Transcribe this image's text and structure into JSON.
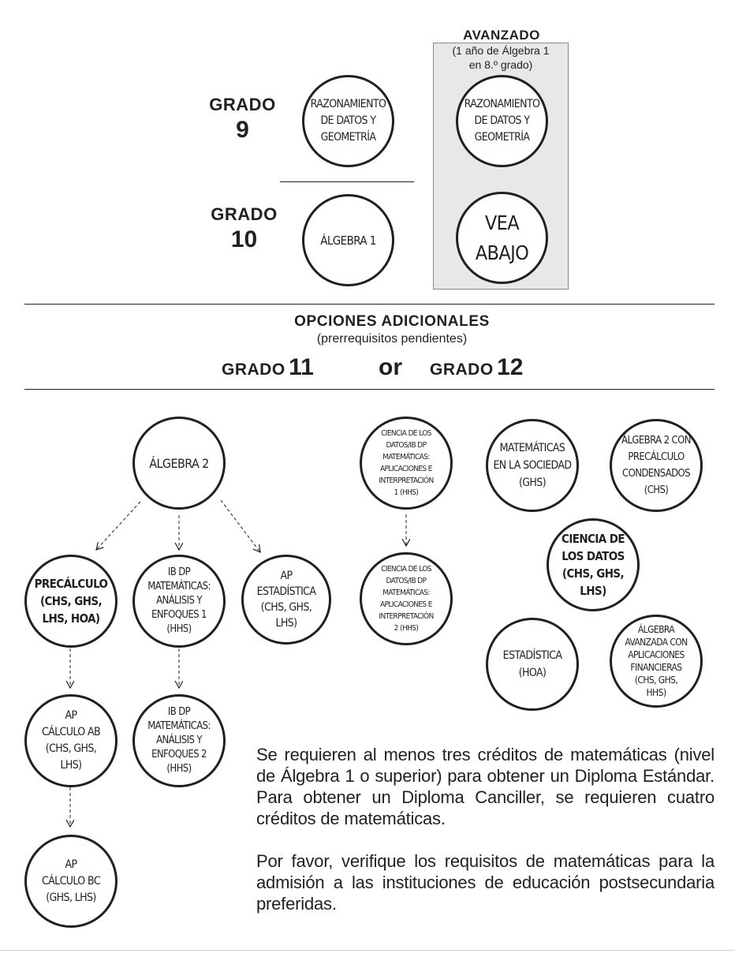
{
  "header": {
    "grade9": {
      "word": "GRADO",
      "num": "9"
    },
    "grade10": {
      "word": "GRADO",
      "num": "10"
    },
    "advanced": {
      "title": "AVANZADO",
      "subtitle": "(1 año de Álgebra 1\nen 8.º grado)"
    }
  },
  "courses": {
    "g9_main": "RAZONAMIENTO\nDE DATOS Y\nGEOMETRÍA",
    "g9_adv": "RAZONAMIENTO\nDE DATOS Y\nGEOMETRÍA",
    "g10_main": "ÁLGEBRA 1",
    "g10_adv": "VEA\nABAJO"
  },
  "additional": {
    "title": "OPCIONES ADICIONALES",
    "subtitle": "(prerrequisitos pendientes)",
    "grade11_word": "GRADO",
    "grade11_num": "11",
    "or": "or",
    "grade12_word": "GRADO",
    "grade12_num": "12"
  },
  "options": {
    "algebra2": "ÁLGEBRA 2",
    "precalculo": "PRECÁLCULO\n(CHS, GHS,\nLHS, HOA)",
    "ib_ae1": "IB DP\nMATEMÁTICAS:\nANÁLISIS Y\nENFOQUES 1\n(HHS)",
    "ap_estadistica": "AP\nESTADÍSTICA\n(CHS, GHS,\nLHS)",
    "ap_calc_ab": "AP\nCÁLCULO AB\n(CHS, GHS,\nLHS)",
    "ib_ae2": "IB DP\nMATEMÁTICAS:\nANÁLISIS Y\nENFOQUES 2\n(HHS)",
    "ap_calc_bc": "AP\nCÁLCULO BC\n(GHS, LHS)",
    "ib_ai1": "CIENCIA DE LOS\nDATOS/IB DP\nMATEMÁTICAS:\nAPLICACIONES E\nINTERPRETACIÓN\n1 (HHS)",
    "ib_ai2": "CIENCIA DE LOS\nDATOS/IB DP\nMATEMÁTICAS:\nAPLICACIONES E\nINTERPRETACIÓN\n2 (HHS)",
    "mat_sociedad": "MATEMÁTICAS\nEN LA SOCIEDAD\n(GHS)",
    "alg2_precalc": "ÁLGEBRA 2 CON\nPRECÁLCULO\nCONDENSADOS\n(CHS)",
    "ciencia_datos": "CIENCIA DE\nLOS DATOS\n(CHS, GHS,\nLHS)",
    "estadistica": "ESTADÍSTICA\n(HOA)",
    "alg_avanzada": "ÁLGEBRA\nAVANZADA CON\nAPLICACIONES\nFINANCIERAS\n(CHS, GHS,\nHHS)"
  },
  "notes": {
    "p1": "Se requieren al menos tres créditos de matemáticas (nivel de Álgebra 1 o superior) para obtener un Diploma Estándar. Para obtener un Diploma Canciller, se requieren cuatro créditos de matemáticas.",
    "p2": "Por favor, verifique los requisitos de matemáticas para la admisión a las instituciones de educación postsecundaria preferidas."
  }
}
